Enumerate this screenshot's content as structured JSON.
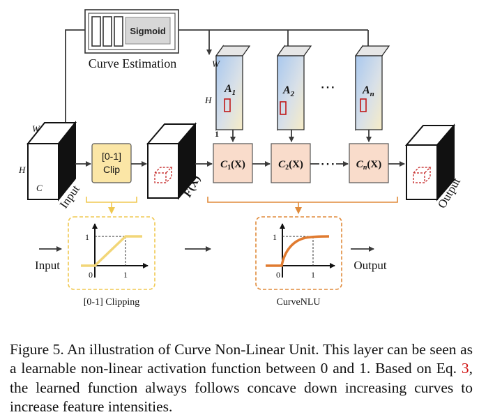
{
  "figure": {
    "curve_estimation": {
      "sigmoid_label": "Sigmoid",
      "caption": "Curve Estimation"
    },
    "input_cube": {
      "label": "Input",
      "dim_w": "W",
      "dim_h": "H",
      "dim_c": "C"
    },
    "clip_box": {
      "line1": "[0-1]",
      "line2": "Clip"
    },
    "fx_cube": {
      "label_main": "F",
      "label_arg": "(X)"
    },
    "maps": [
      {
        "base": "A",
        "sub": "1"
      },
      {
        "base": "A",
        "sub": "2"
      },
      {
        "base": "A",
        "sub": "n"
      }
    ],
    "map_dims": {
      "w": "W",
      "h": "H",
      "depth": "1"
    },
    "nlu_blocks": [
      {
        "base": "C",
        "sub": "1",
        "arg": "(X)"
      },
      {
        "base": "C",
        "sub": "2",
        "arg": "(X)"
      },
      {
        "base": "C",
        "sub": "n",
        "arg": "(X)"
      }
    ],
    "ellipsis": "⋯",
    "output_cube": {
      "label": "Output"
    },
    "bottom": {
      "input_label": "Input",
      "output_label": "Output",
      "clip_plot": {
        "caption": "[0-1] Clipping",
        "tick_y": "1",
        "tick_x": "1",
        "origin": "0",
        "color": "#f2d678"
      },
      "nlu_plot": {
        "caption": "CurveNLU",
        "tick_y": "1",
        "tick_x": "1",
        "origin": "0",
        "color": "#e07b30"
      }
    }
  },
  "caption": {
    "text_before_ref": "Figure 5. An illustration of Curve Non-Linear Unit. This layer can be seen as a learnable non-linear activation function between 0 and 1. Based on Eq. ",
    "ref": "3",
    "text_after_ref": ", the learned function always follows concave down increasing curves to increase feature intensities."
  }
}
